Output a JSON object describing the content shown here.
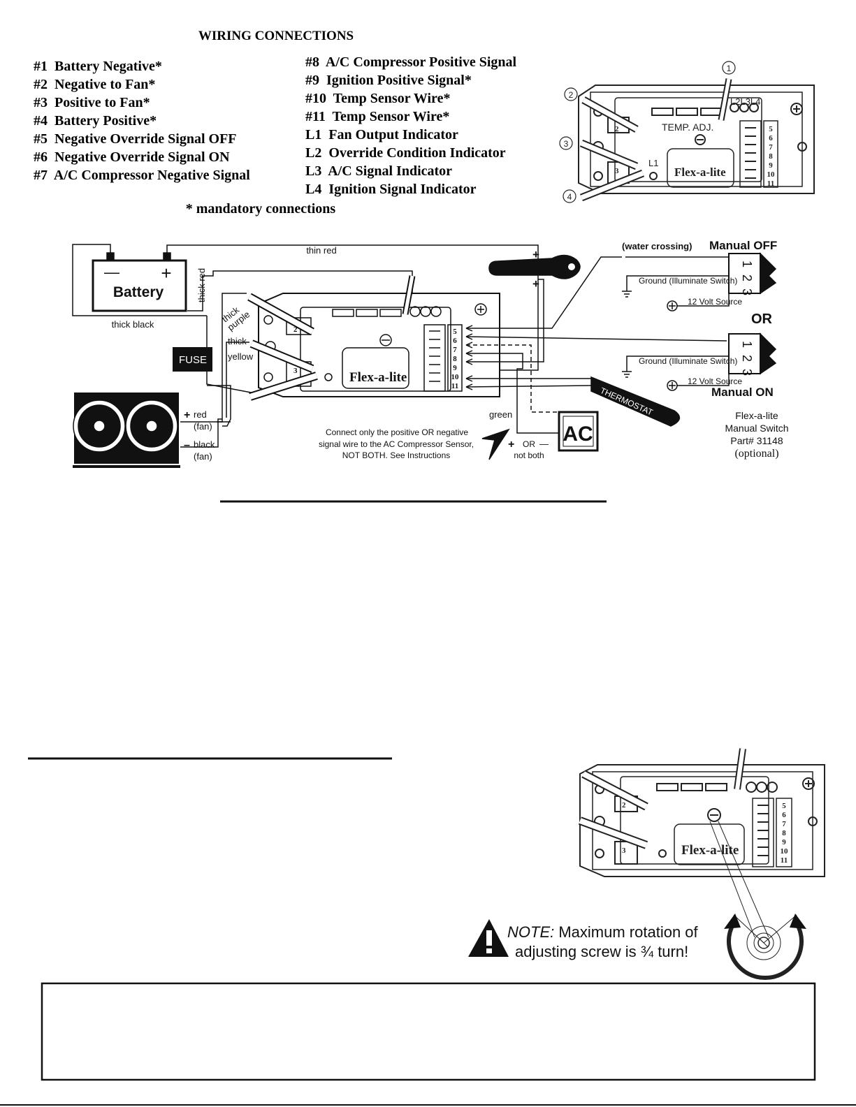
{
  "title": "WIRING CONNECTIONS",
  "connections_left": [
    "#1  Battery Negative*",
    "#2  Negative to Fan*",
    "#3  Positive to Fan*",
    "#4  Battery Positive*",
    "#5  Negative Override Signal OFF",
    "#6  Negative Override Signal ON",
    "#7  A/C Compressor Negative Signal"
  ],
  "connections_right": [
    "#8  A/C Compressor Positive Signal",
    "#9  Ignition Positive Signal*",
    "#10  Temp Sensor Wire*",
    "#11  Temp Sensor Wire*",
    "L1  Fan Output Indicator",
    "L2  Override Condition Indicator",
    "L3  A/C Signal Indicator",
    "L4  Ignition Signal Indicator"
  ],
  "mandatory_note": "* mandatory connections",
  "controller": {
    "brand": "Flex-a-lite",
    "temp_adj": "TEMP. ADJ.",
    "led_labels": "L2L3L4",
    "l1_label": "L1",
    "callouts": [
      "1",
      "2",
      "3",
      "4"
    ],
    "terminal_numbers": [
      "5",
      "6",
      "7",
      "8",
      "9",
      "10",
      "11"
    ],
    "post_numbers": [
      "2",
      "3"
    ]
  },
  "diagram": {
    "battery_label": "Battery",
    "battery_minus": "—",
    "battery_plus": "+",
    "thin_red": "thin red",
    "thick_red": "thick red",
    "thick_black": "thick black",
    "thick_purple_1": "thick",
    "thick_purple_2": "purple",
    "thick_yellow_1": "thick",
    "thick_yellow_2": "yellow",
    "fuse": "FUSE",
    "fan_plus": "+",
    "fan_red": "red",
    "fan_red_sub": "(fan)",
    "fan_minus": "–",
    "fan_black": "black",
    "fan_black_sub": "(fan)",
    "ign_plus_1": "+",
    "ign_plus_2": "+",
    "water_crossing": "(water crossing)",
    "manual_off": "Manual OFF",
    "manual_on": "Manual ON",
    "or_label": "OR",
    "ground_label": "Ground (Illuminate Switch)",
    "volt_label": "12 Volt Source",
    "switch_terminals": [
      "1",
      "2",
      "3"
    ],
    "thermostat": "THERMOSTAT",
    "green": "green",
    "ac_label": "AC",
    "ac_plus": "+",
    "ac_or": "OR",
    "ac_minus": "—",
    "not_both": "not both",
    "ac_note": [
      "Connect only the positive OR negative",
      "signal wire to the AC Compressor Sensor,",
      "NOT BOTH. See Instructions"
    ],
    "switch_caption": [
      "Flex-a-lite",
      "Manual Switch",
      "Part# 31148",
      "(optional)"
    ]
  },
  "note": {
    "prefix": "NOTE:",
    "line1_rest": " Maximum rotation of",
    "line2": "adjusting screw is ¾ turn!"
  }
}
